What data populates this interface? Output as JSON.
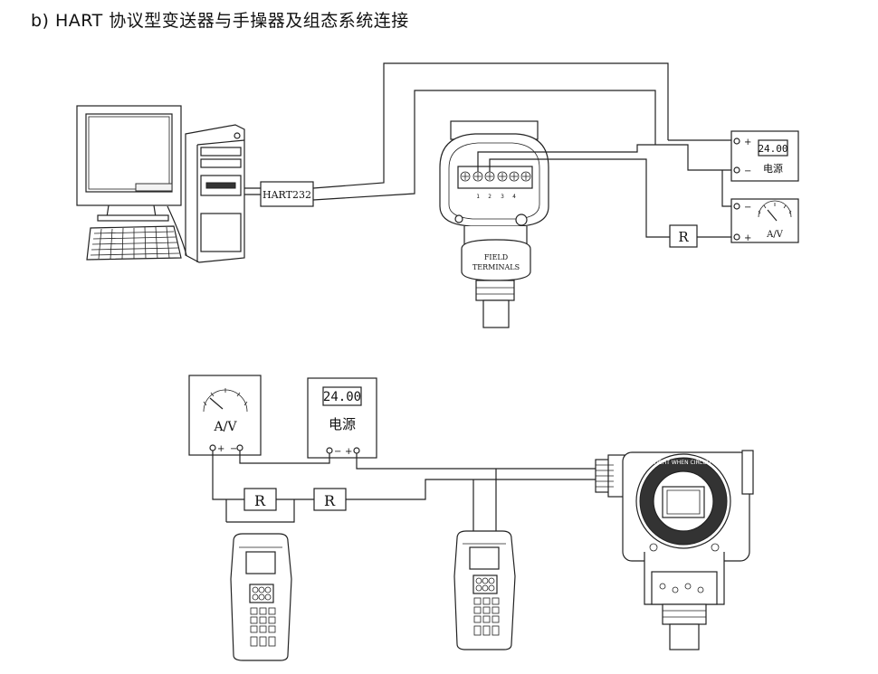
{
  "title": "b)    HART 协议型变送器与手操器及组态系统连接",
  "labels": {
    "hart232": "HART232",
    "resistor": "R",
    "display": "24.00",
    "power": "电源",
    "meter": "A/V",
    "plus": "+",
    "minus": "−",
    "field_terminals_1": "FIELD",
    "field_terminals_2": "TERMINALS",
    "ring_text": "KEEP TIGHT WHEN CIRCUIT ALIVE",
    "terminal_numbers": [
      "1",
      "2",
      "3",
      "4"
    ]
  }
}
